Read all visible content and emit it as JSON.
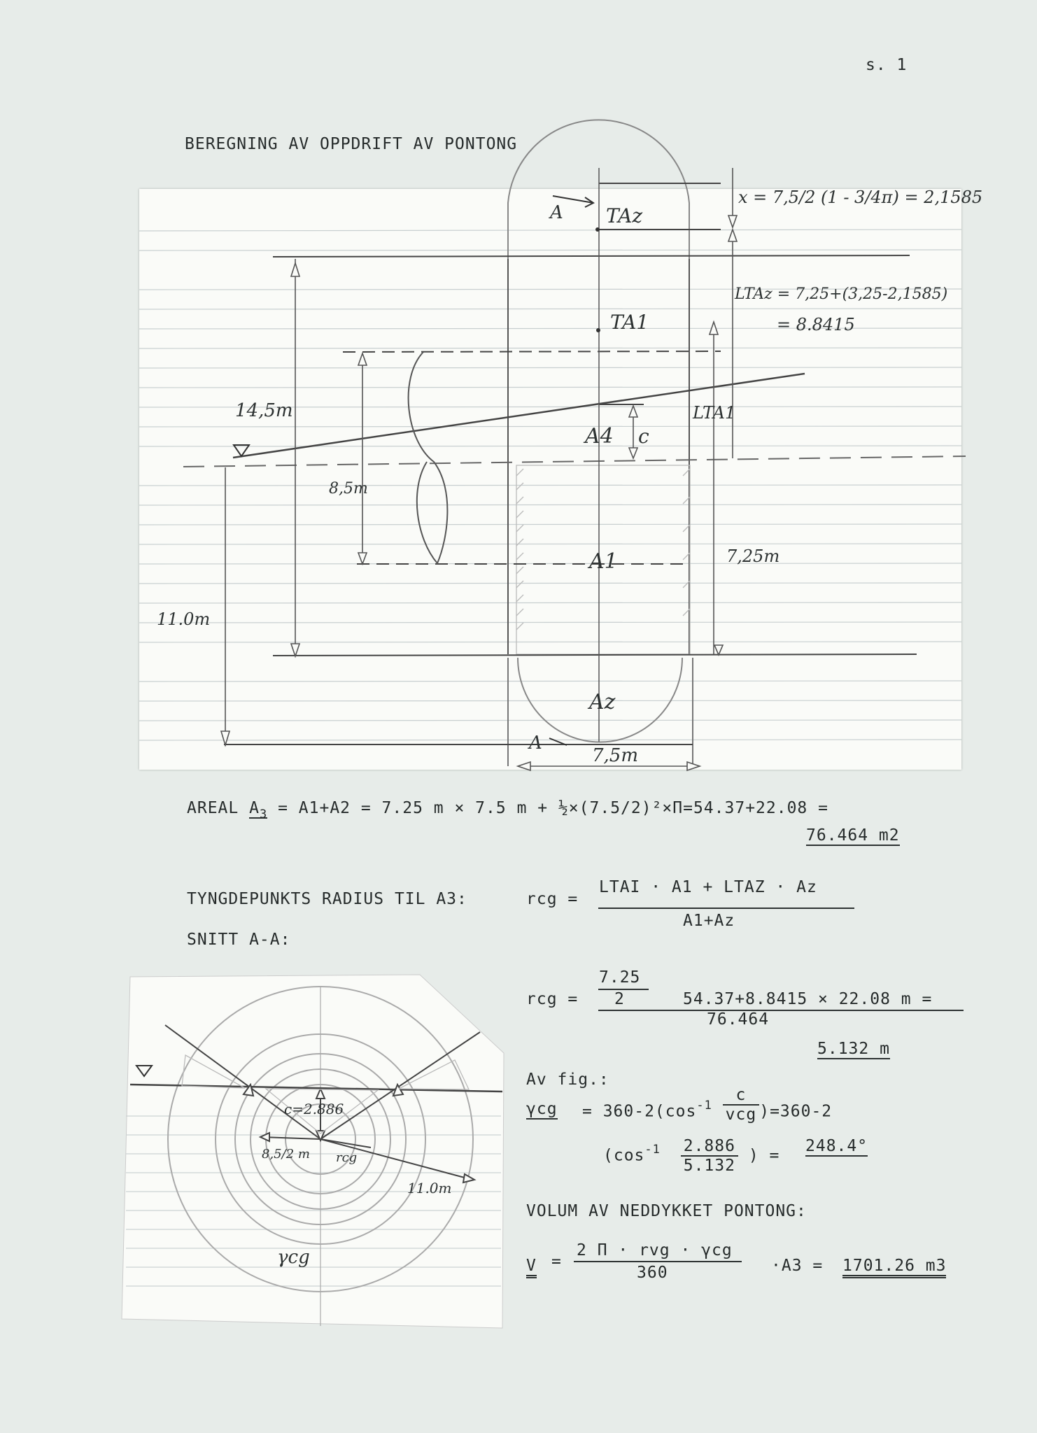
{
  "page_number": "s.   1",
  "title": "BEREGNING AV OPPDRIFT AV PONTONG",
  "sketch1": {
    "x_formula": "x = 7,5/2 (1 - 3/4π) = 2,1585",
    "ltaz_line1": "LTAz = 7,25+(3,25-2,1585)",
    "ltaz_line2": "= 8.8415",
    "label_taz": "TAz",
    "label_ta1": "TA1",
    "label_a4": "A4",
    "label_c": "c",
    "label_lta1": "LTA1",
    "label_a1": "A1",
    "label_a2": "Az",
    "dim_14_5": "14,5m",
    "dim_8_5": "8,5m",
    "dim_11": "11.0m",
    "dim_7_25": "7,25m",
    "dim_7_5": "7,5m",
    "section_a": "A"
  },
  "areal": {
    "label": "AREAL",
    "formula": "= A1+A2   =   7.25 m × 7.5 m + ½×(7.5/2)²×Π=54.37+22.08 =",
    "result": "76.464 m2"
  },
  "tyngde": {
    "label": "TYNGDEPUNKTS RADIUS TIL A3:",
    "lhs": "rcg =",
    "numerator": "LTAI · A1 + LTAZ · Az",
    "denominator": "A1+Az"
  },
  "snitt": "SNITT A-A:",
  "rcg_calc": {
    "lhs": "rcg =",
    "frac_num": "7.25",
    "frac_den": "2",
    "numerator_rest": "54.37+8.8415 × 22.08 m =",
    "denominator": "76.464",
    "result": "5.132 m"
  },
  "av_fig": "Av fig.:",
  "gamma": {
    "lhs": "γcg",
    "line1": "= 360-2(cos",
    "c_num": "c",
    "c_den": "vcg",
    "line1_end": ")=360-2",
    "line2_start": "(cos",
    "num": "2.886",
    "den": "5.132",
    "result": "248.4°"
  },
  "volum": {
    "label": "VOLUM AV NEDDYKKET PONTONG:",
    "lhs": "V",
    "numerator": "2 Π · rvg · γcg",
    "denominator": "360",
    "tail": "·A3 =",
    "result": "1701.26 m3"
  },
  "sketch2": {
    "c_label": "c=2.886",
    "r85": "8,5/2 m",
    "rcg": "rcg",
    "r11": "11.0m",
    "gamma_cg": "γcg"
  }
}
